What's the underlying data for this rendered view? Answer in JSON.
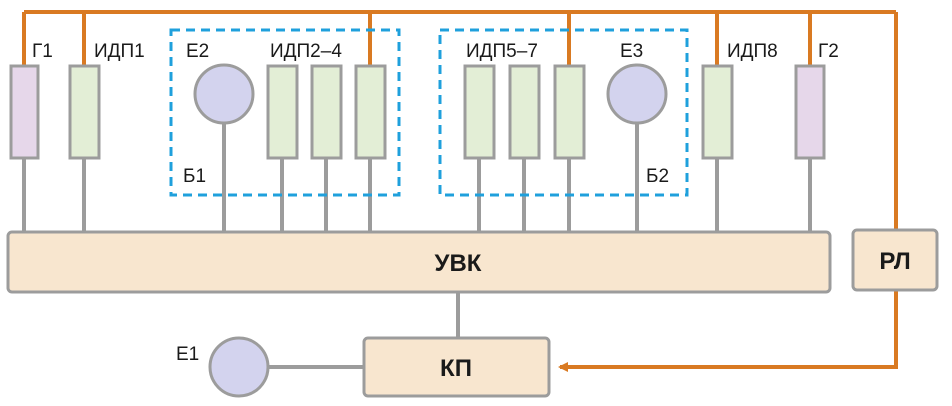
{
  "labels": {
    "g1": "Г1",
    "idp1": "ИДП1",
    "e2": "Е2",
    "idp2_4": "ИДП2–4",
    "b1": "Б1",
    "idp5_7": "ИДП5–7",
    "e3": "Е3",
    "b2": "Б2",
    "idp8": "ИДП8",
    "g2": "Г2",
    "e1": "Е1"
  },
  "blocks": {
    "uvk": "УВК",
    "rl": "РЛ",
    "kp": "КП"
  },
  "colors": {
    "orange_line": "#d97a22",
    "gray_line": "#9c9c9c",
    "dashed_group": "#1fa0dc",
    "gas_sensor_fill": "#e6d7ea",
    "smoke_sensor_fill": "#e3eed6",
    "emitter_fill": "#d3d3ee",
    "block_fill": "#f8e6cf"
  }
}
